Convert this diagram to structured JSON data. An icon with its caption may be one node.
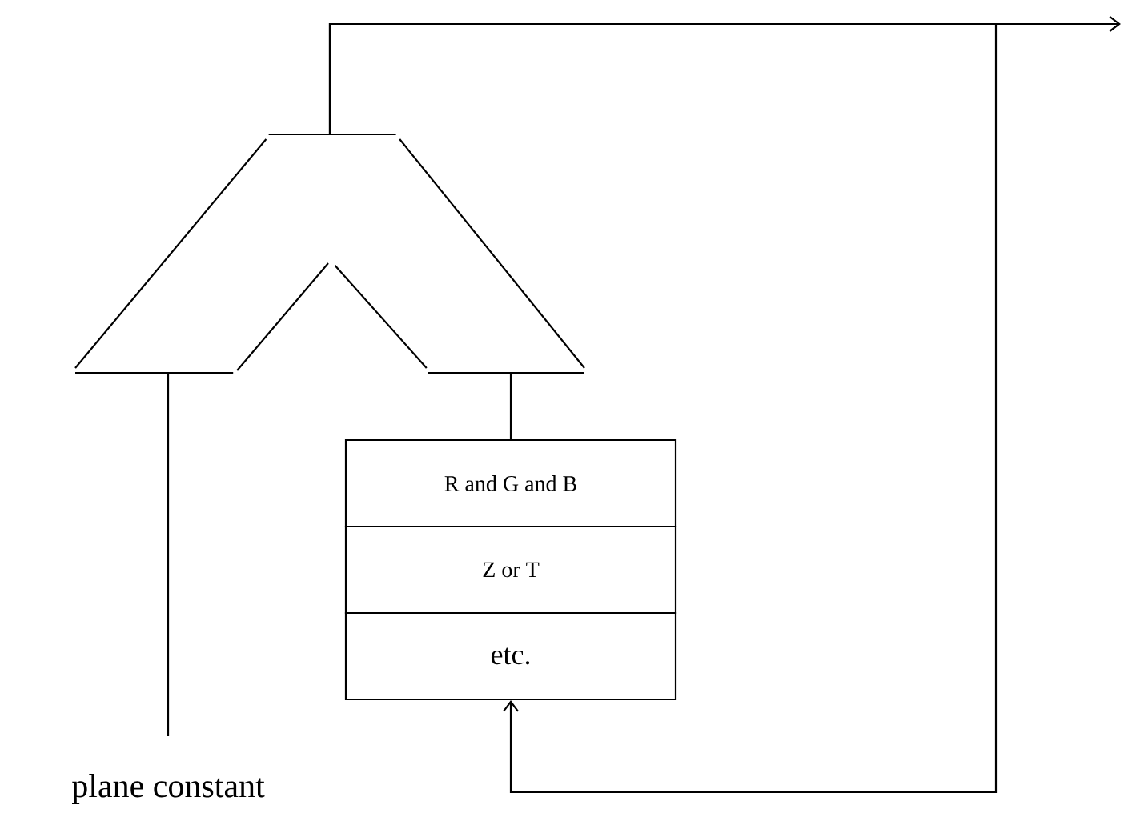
{
  "diagram": {
    "nodes": [
      {
        "text": [],
        "shape": "trapezoid"
      },
      {
        "text": [
          "R and G and B"
        ]
      },
      {
        "text": [
          "Z or T"
        ]
      },
      {
        "text": [
          "etc."
        ]
      },
      {
        "text": [
          "plane constant"
        ]
      }
    ],
    "edges": [
      {
        "from": 4,
        "to": 0,
        "arrow": "none"
      },
      {
        "from": 1,
        "to": 0,
        "arrow": "none"
      },
      {
        "from": 0,
        "to": null,
        "arrow": "to"
      },
      {
        "from": 0,
        "to": 3,
        "arrow": "to"
      }
    ]
  }
}
